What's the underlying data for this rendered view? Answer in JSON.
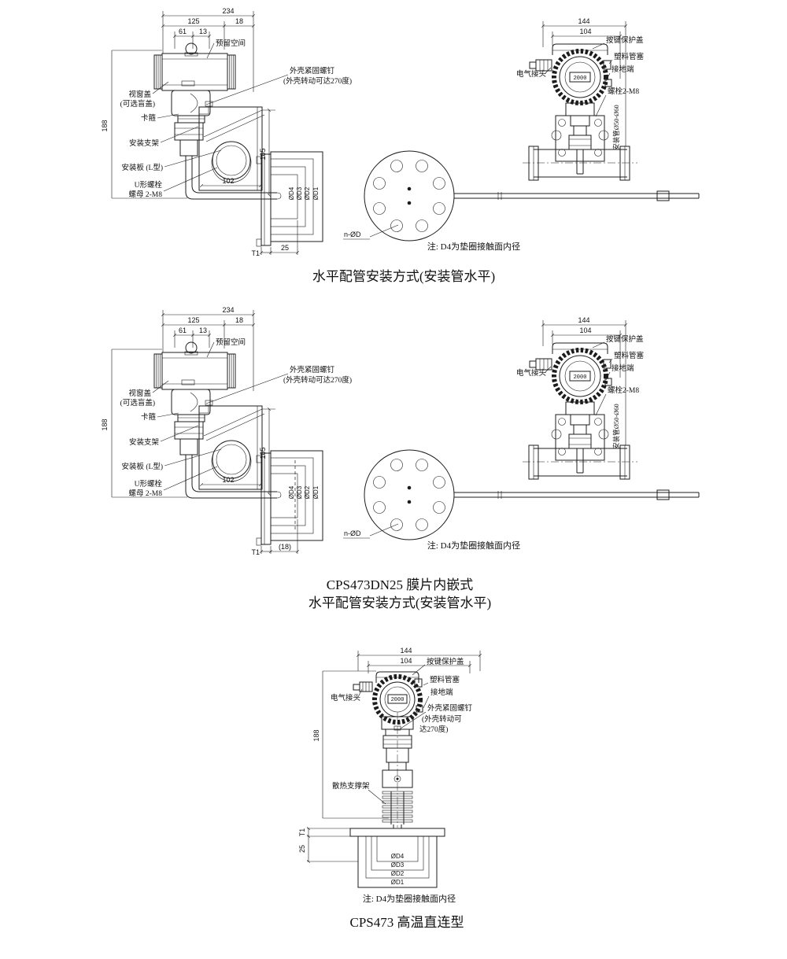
{
  "document": {
    "background": "#ffffff",
    "line_color": "#1c1c1c"
  },
  "sections": {
    "horizontal": {
      "title": "水平配管安装方式(安装管水平)",
      "note": "注: D4为垫圈接触面内径",
      "labels": {
        "reserved_space": "预留空间",
        "housing_screw": "外壳紧固螺钉",
        "housing_screw_note": "(外壳转动可达270度)",
        "window_cover": "视窗盖",
        "window_cover_option": "(可选盲盖)",
        "clamp": "卡箍",
        "mounting_bracket": "安装支架",
        "mounting_plate": "安装板 (L型)",
        "u_bolt": "U形螺栓",
        "u_bolt_nut": "螺母 2-M8",
        "bolt_holes": "n-ØD",
        "electrical_connector": "电气接头",
        "key_protect_cover": "按键保护盖",
        "plastic_plug": "塑料管塞",
        "ground_terminal": "接地端",
        "bolt_2_m8": "螺栓2-M8",
        "mounting_pipe": "安装管Ø50-Ø60",
        "display_value": "2000"
      },
      "dimensions": {
        "overall_width": "234",
        "body_width": "125",
        "reserve": "18",
        "conduit_offset": "61",
        "center_offset": "13",
        "height": "188",
        "bracket_height": "105",
        "plate_width": "102",
        "flange_thickness": "T1",
        "insert_depth": "25",
        "head_width": "144",
        "head_body_width": "104",
        "d1": "ØD1",
        "d2": "ØD2",
        "d3": "ØD3",
        "d4": "ØD4"
      }
    },
    "dn25": {
      "title_line1": "CPS473DN25 膜片内嵌式",
      "title_line2": "水平配管安装方式(安装管水平)",
      "insert_depth": "(18)"
    },
    "high_temp": {
      "title": "CPS473 高温直连型",
      "note": "注: D4为垫圈接触面内径",
      "labels": {
        "electrical_connector": "电气接头",
        "key_protect_cover": "按键保护盖",
        "plastic_plug": "塑料管塞",
        "ground_terminal": "接地端",
        "housing_screw": "外壳紧固螺钉",
        "housing_screw_note1": "(外壳转动可",
        "housing_screw_note2": "达270度)",
        "heat_sink_support": "散热支撑架",
        "display_value": "2000"
      },
      "dimensions": {
        "head_width": "144",
        "head_body_width": "104",
        "height": "188",
        "flange_thickness": "T1",
        "insert_depth": "25",
        "d1": "ØD1",
        "d2": "ØD2",
        "d3": "ØD3",
        "d4": "ØD4"
      }
    }
  }
}
